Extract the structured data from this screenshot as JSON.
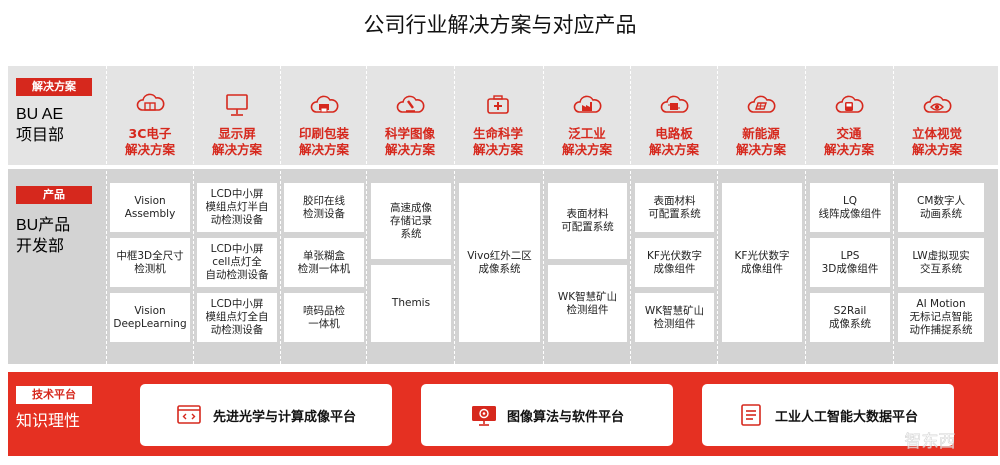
{
  "title": "公司行业解决方案与对应产品",
  "rows": {
    "solutions": {
      "tag": "解决方案",
      "label": [
        "BU AE",
        "项目部"
      ]
    },
    "products": {
      "tag": "产品",
      "label": [
        "BU产品",
        "开发部"
      ]
    },
    "platforms": {
      "tag": "技术平台",
      "label": [
        "知识理性"
      ]
    }
  },
  "columns": [
    {
      "icon": "book-cloud-icon",
      "name": [
        "3C电子",
        "解决方案"
      ],
      "products": [
        [
          "Vision",
          "Assembly"
        ],
        [
          "中框3D全尺寸",
          "检测机"
        ],
        [
          "Vision",
          "DeepLearning"
        ]
      ]
    },
    {
      "icon": "monitor-icon",
      "name": [
        "显示屏",
        "解决方案"
      ],
      "products": [
        [
          "LCD中小屏",
          "模组点灯半自",
          "动检测设备"
        ],
        [
          "LCD中小屏",
          "cell点灯全",
          "自动检测设备"
        ],
        [
          "LCD中小屏",
          "模组点灯全自",
          "动检测设备"
        ]
      ]
    },
    {
      "icon": "printer-cloud-icon",
      "name": [
        "印刷包装",
        "解决方案"
      ],
      "products": [
        [
          "胶印在线",
          "检测设备"
        ],
        [
          "单张糊盒",
          "检测一体机"
        ],
        [
          "喷码品检",
          "一体机"
        ]
      ]
    },
    {
      "icon": "microscope-cloud-icon",
      "name": [
        "科学图像",
        "解决方案"
      ],
      "products": [
        [
          "高速成像",
          "存储记录",
          "系统"
        ],
        [
          "Themis"
        ]
      ]
    },
    {
      "icon": "medical-kit-icon",
      "name": [
        "生命科学",
        "解决方案"
      ],
      "products": [
        [
          "Vivo红外二区",
          "成像系统"
        ]
      ]
    },
    {
      "icon": "factory-cloud-icon",
      "name": [
        "泛工业",
        "解决方案"
      ],
      "products": [
        [
          "表面材料",
          "可配置系统"
        ],
        [
          "WK智慧矿山",
          "检测组件"
        ]
      ]
    },
    {
      "icon": "circuit-cloud-icon",
      "name": [
        "电路板",
        "解决方案"
      ],
      "products": [
        [
          "表面材料",
          "可配置系统"
        ],
        [
          "KF光伏数字",
          "成像组件"
        ],
        [
          "WK智慧矿山",
          "检测组件"
        ]
      ]
    },
    {
      "icon": "solar-cloud-icon",
      "name": [
        "新能源",
        "解决方案"
      ],
      "products": [
        [
          "KF光伏数字",
          "成像组件"
        ]
      ]
    },
    {
      "icon": "train-cloud-icon",
      "name": [
        "交通",
        "解决方案"
      ],
      "products": [
        [
          "LQ",
          "线阵成像组件"
        ],
        [
          "LPS",
          "3D成像组件"
        ],
        [
          "S2Rail",
          "成像系统"
        ]
      ]
    },
    {
      "icon": "eye-cloud-icon",
      "name": [
        "立体视觉",
        "解决方案"
      ],
      "products": [
        [
          "CM数字人",
          "动画系统"
        ],
        [
          "LW虚拟现实",
          "交互系统"
        ],
        [
          "AI Motion",
          "无标记点智能",
          "动作捕捉系统"
        ]
      ]
    }
  ],
  "platforms": [
    {
      "icon": "code-window-icon",
      "label": "先进光学与计算成像平台"
    },
    {
      "icon": "algorithm-monitor-icon",
      "label": "图像算法与软件平台"
    },
    {
      "icon": "data-list-icon",
      "label": "工业人工智能大数据平台"
    }
  ],
  "watermark": "智东西",
  "colors": {
    "accent": "#d6281d",
    "band_light": "#e4e4e4",
    "band_mid": "#d3d3d3",
    "platform_band": "#e53022"
  }
}
